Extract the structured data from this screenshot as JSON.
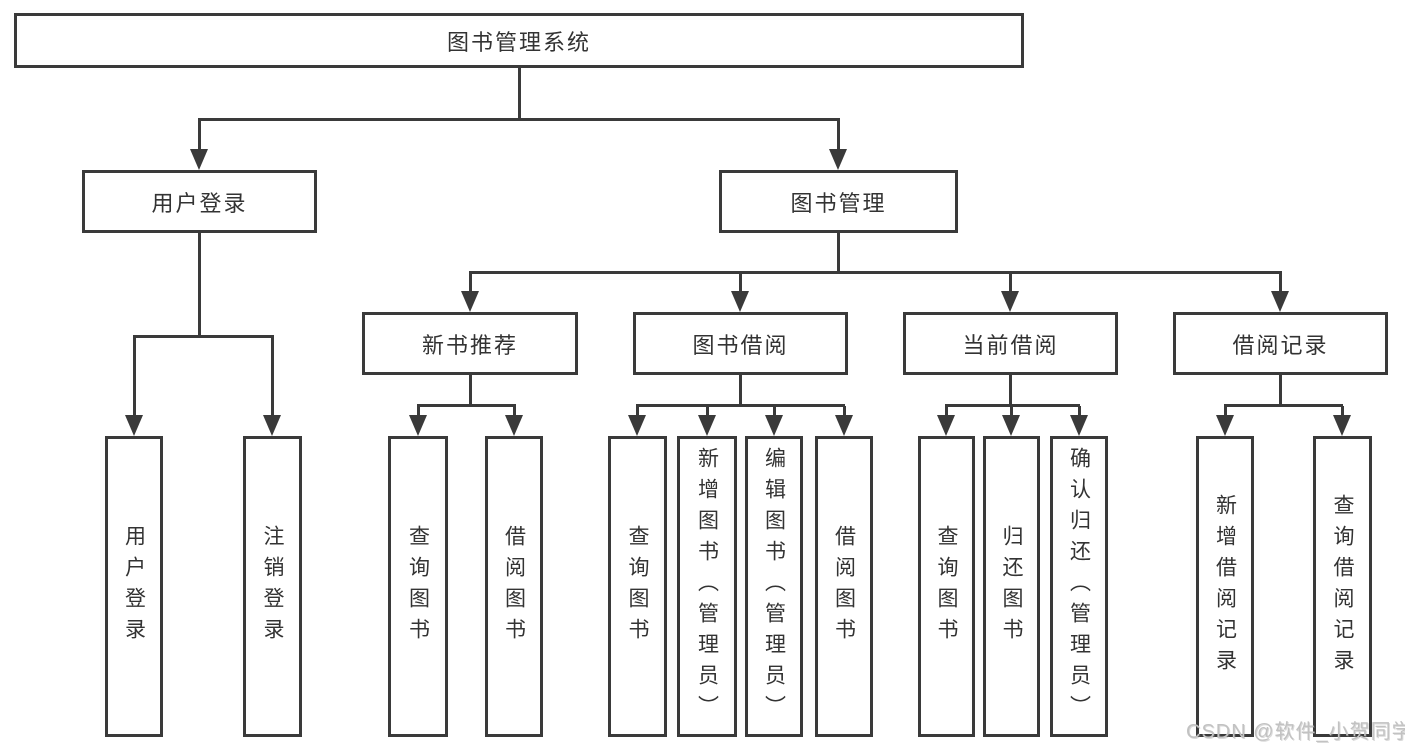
{
  "colors": {
    "line": "#3a3a3a",
    "text": "#333333",
    "background": "#ffffff",
    "watermark": "#c2c2c2"
  },
  "watermark": {
    "text": "CSDN @软件_小贺同学"
  },
  "tree": {
    "root": {
      "label": "图书管理系统"
    },
    "branches": [
      {
        "label": "用户登录",
        "children": [
          {
            "label": "用户登录"
          },
          {
            "label": "注销登录"
          }
        ]
      },
      {
        "label": "图书管理",
        "sections": [
          {
            "label": "新书推荐",
            "children": [
              {
                "label": "查询图书"
              },
              {
                "label": "借阅图书"
              }
            ]
          },
          {
            "label": "图书借阅",
            "children": [
              {
                "label": "查询图书"
              },
              {
                "label": "新增图书（管理员）"
              },
              {
                "label": "编辑图书（管理员）"
              },
              {
                "label": "借阅图书"
              }
            ]
          },
          {
            "label": "当前借阅",
            "children": [
              {
                "label": "查询图书"
              },
              {
                "label": "归还图书"
              },
              {
                "label": "确认归还（管理员）"
              }
            ]
          },
          {
            "label": "借阅记录",
            "children": [
              {
                "label": "新增借阅记录"
              },
              {
                "label": "查询借阅记录"
              }
            ]
          }
        ]
      }
    ]
  }
}
